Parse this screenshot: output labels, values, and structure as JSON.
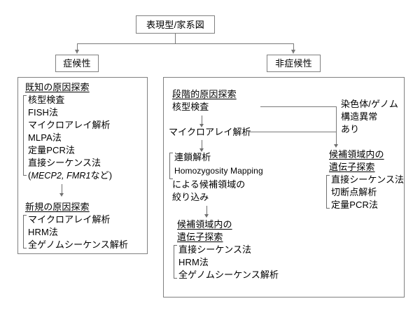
{
  "diagram": {
    "title_box": "表現型/家系図",
    "branches": {
      "left_label": "症候性",
      "right_label": "非症候性"
    },
    "left_panel": {
      "section1": {
        "heading": "既知の原因探索",
        "items": [
          "核型検査",
          "FISH法",
          "マイクロアレイ解析",
          "MLPA法",
          "定量PCR法",
          "直接シーケンス法"
        ],
        "note": "(MECP2, FMR1など)",
        "note_genes": "MECP2, FMR1",
        "note_open": "(",
        "note_tail": "など)"
      },
      "section2": {
        "heading": "新規の原因探索",
        "items": [
          "マイクロアレイ解析",
          "HRM法",
          "全ゲノムシーケンス解析"
        ]
      }
    },
    "right_panel": {
      "heading": "段階的原因探索",
      "step1": "核型検査",
      "step2": "マイクロアレイ解析",
      "linkage": {
        "items": [
          "連鎖解析",
          "Homozygosity Mapping"
        ],
        "continuation_line1": "による候補領域の",
        "continuation_line2": "絞り込み"
      },
      "candidate_mid": {
        "heading_line1": "候補領域内の",
        "heading_line2": "遺伝子探索",
        "items": [
          "直接シーケンス法",
          "HRM法",
          "全ゲノムシーケンス解析"
        ]
      },
      "structural": {
        "line1": "染色体/ゲノム",
        "line2": "構造異常",
        "line3": "あり"
      },
      "candidate_right": {
        "heading_line1": "候補領域内の",
        "heading_line2": "遺伝子探索",
        "items": [
          "直接シーケンス法",
          "切断点解析",
          "定量PCR法"
        ]
      }
    },
    "colors": {
      "border": "#808080",
      "connector": "#7a7a7a",
      "text": "#000000",
      "background": "#ffffff"
    }
  }
}
